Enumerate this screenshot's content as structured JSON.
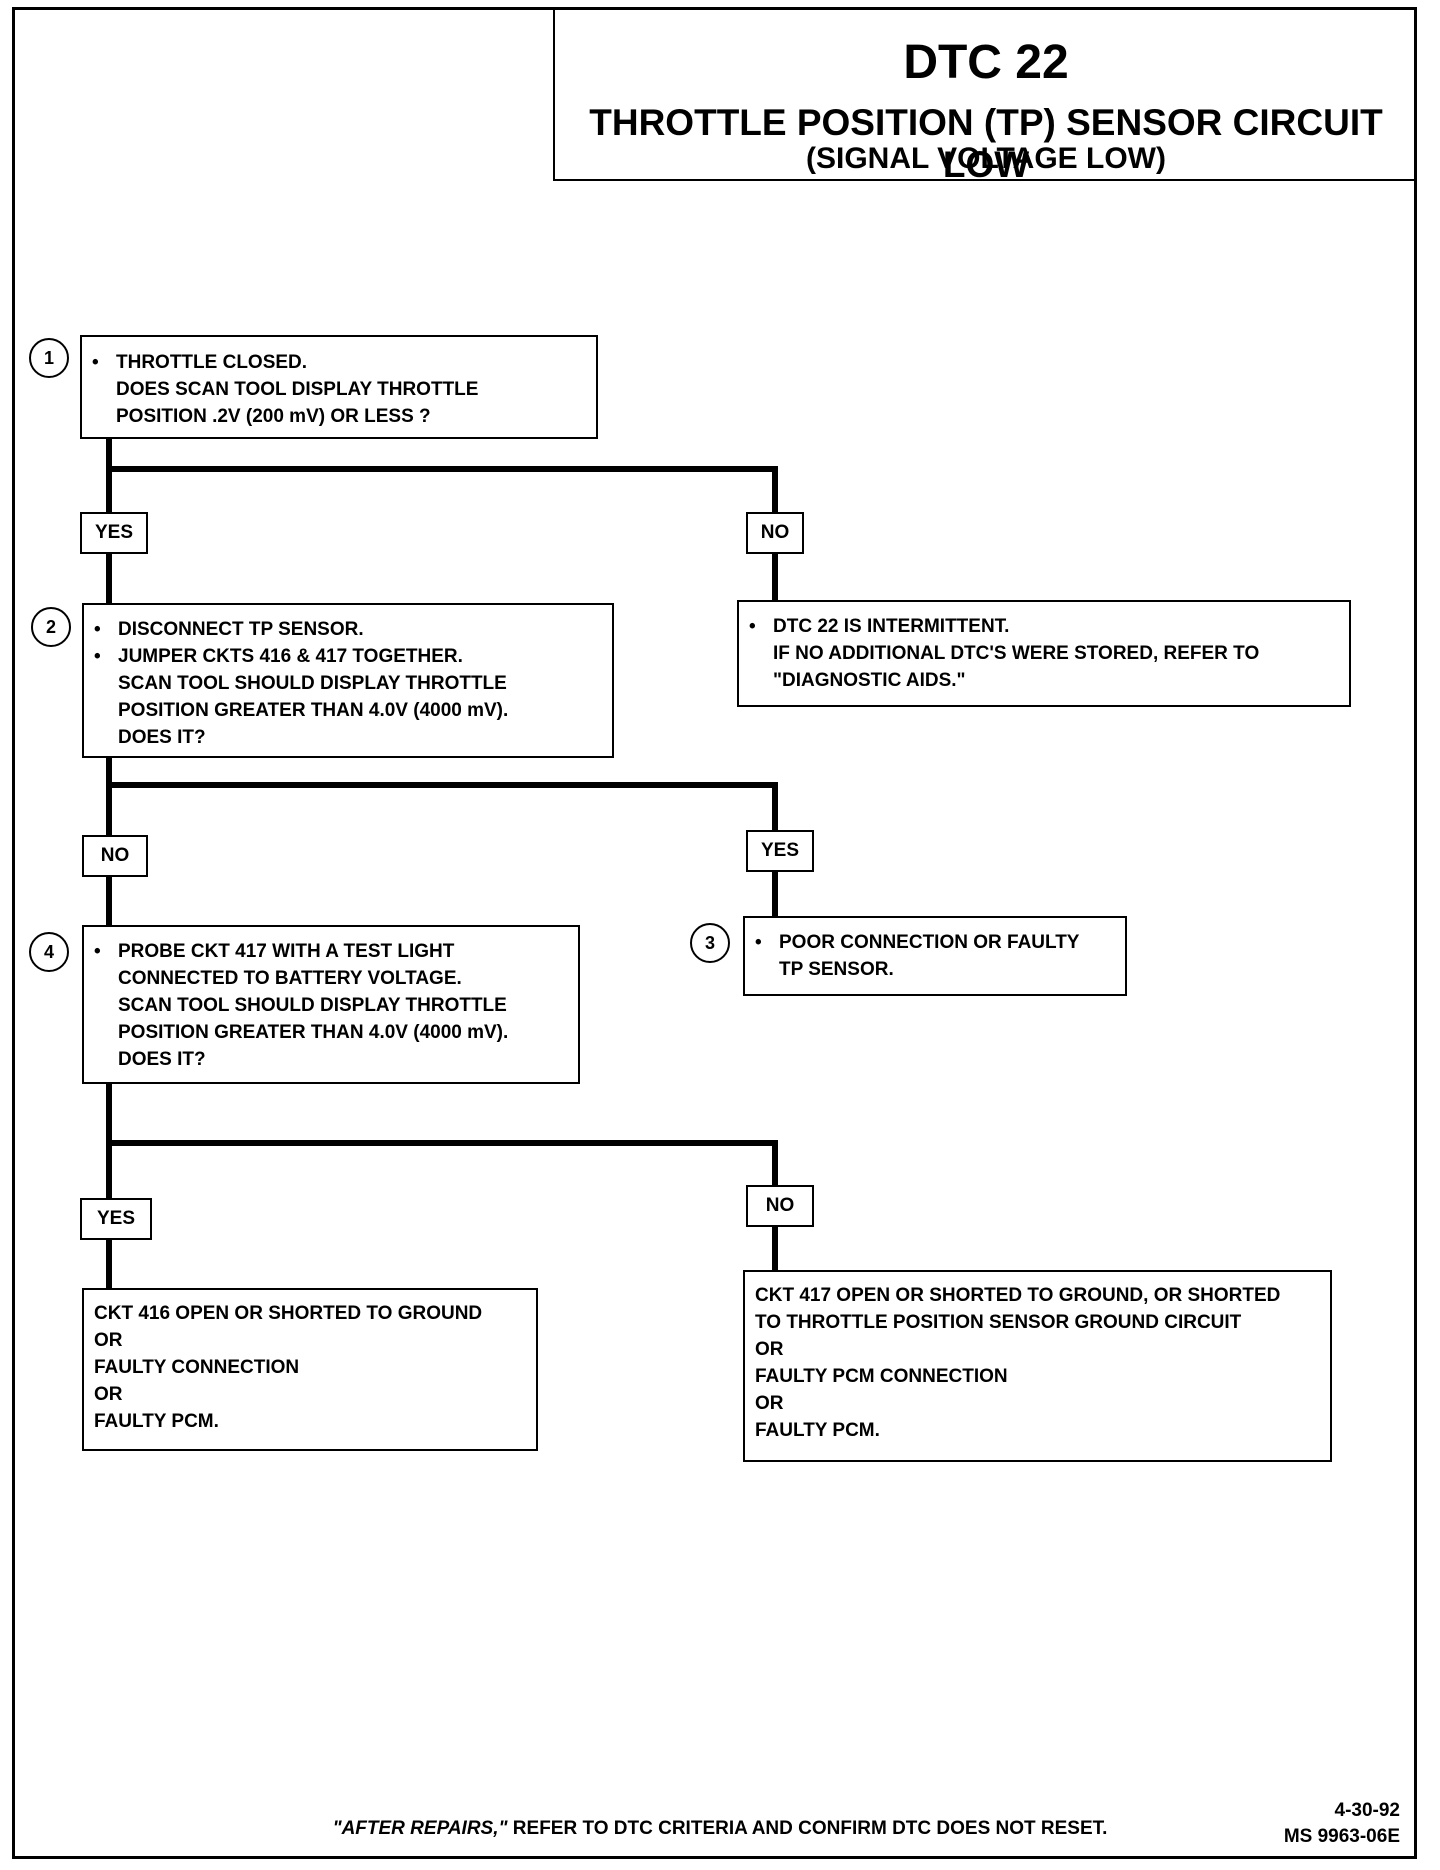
{
  "header": {
    "code": "DTC 22",
    "title": "THROTTLE POSITION (TP) SENSOR CIRCUIT LOW",
    "subtitle": "(SIGNAL VOLTAGE LOW)"
  },
  "steps": {
    "s1": {
      "number": "1",
      "lines": [
        "THROTTLE CLOSED.",
        "DOES  SCAN TOOL DISPLAY THROTTLE",
        "POSITION  .2V (200 mV) OR LESS ?"
      ]
    },
    "s2": {
      "number": "2",
      "lines": [
        "DISCONNECT TP SENSOR.",
        "JUMPER CKTS 416 & 417 TOGETHER.",
        "SCAN TOOL SHOULD DISPLAY THROTTLE",
        "POSITION GREATER THAN 4.0V (4000 mV).",
        "DOES IT?"
      ]
    },
    "s3": {
      "number": "3",
      "lines": [
        "POOR CONNECTION OR FAULTY",
        "TP SENSOR."
      ]
    },
    "s4": {
      "number": "4",
      "lines": [
        "PROBE CKT 417 WITH A TEST LIGHT",
        "CONNECTED TO BATTERY VOLTAGE.",
        "SCAN TOOL SHOULD DISPLAY THROTTLE",
        "POSITION GREATER THAN 4.0V (4000 mV).",
        "DOES IT?"
      ]
    },
    "intermittent": {
      "lines": [
        "DTC 22 IS INTERMITTENT.",
        "IF NO ADDITIONAL DTC'S WERE STORED, REFER  TO",
        "\"DIAGNOSTIC AIDS.\""
      ]
    }
  },
  "branches": {
    "yes": "YES",
    "no": "NO"
  },
  "results": {
    "ckt416": [
      "CKT 416 OPEN OR SHORTED TO GROUND",
      "OR",
      "FAULTY CONNECTION",
      "OR",
      "FAULTY PCM."
    ],
    "ckt417": [
      "CKT 417 OPEN OR SHORTED TO GROUND, OR SHORTED",
      "TO THROTTLE POSITION SENSOR GROUND CIRCUIT",
      "OR",
      "FAULTY PCM CONNECTION",
      "OR",
      "FAULTY PCM."
    ]
  },
  "bullet": "•",
  "footer": {
    "note_emph": "\"AFTER REPAIRS,\"",
    "note_rest": " REFER TO DTC CRITERIA  AND CONFIRM DTC DOES NOT RESET.",
    "date": "4-30-92",
    "doc_id": "MS 9963-06E"
  }
}
